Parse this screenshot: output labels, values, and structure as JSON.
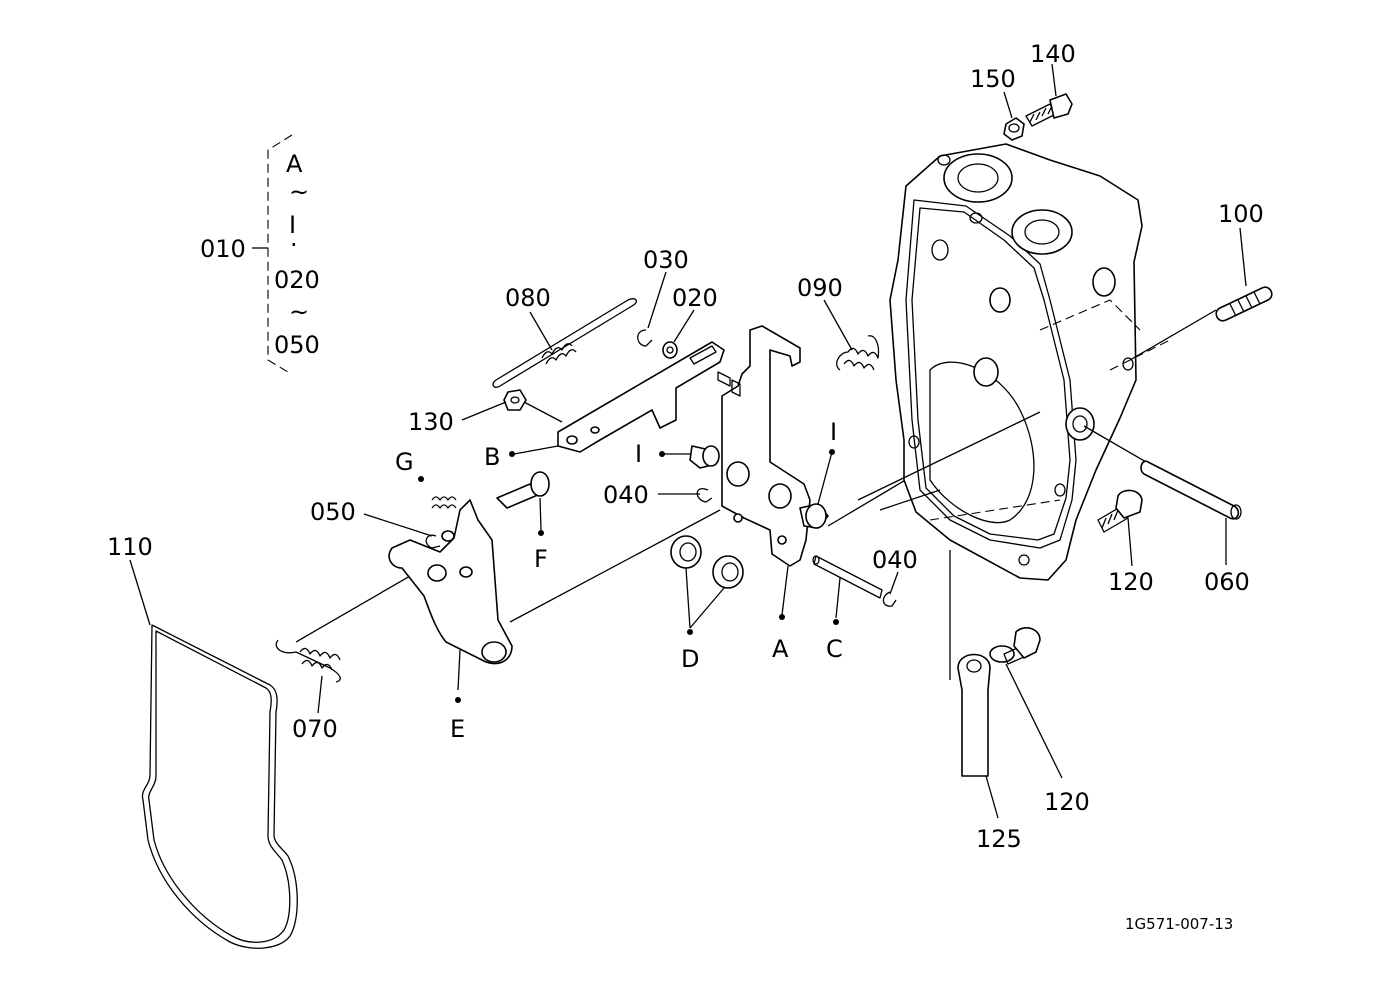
{
  "bracket_group": {
    "parent_label": "010",
    "items": [
      "A",
      "~",
      "I",
      "·",
      "020",
      "~",
      "050"
    ]
  },
  "callouts": {
    "c010": "010",
    "c020": "020",
    "c030": "030",
    "c040a": "040",
    "c040b": "040",
    "c050": "050",
    "c060": "060",
    "c070": "070",
    "c080": "080",
    "c090": "090",
    "c100": "100",
    "c110": "110",
    "c120a": "120",
    "c120b": "120",
    "c125": "125",
    "c130": "130",
    "c140": "140",
    "c150": "150"
  },
  "letter_markers": {
    "A": "A",
    "B": "B",
    "C": "C",
    "D": "D",
    "E": "E",
    "F": "F",
    "G": "G",
    "I1": "I",
    "I2": "I"
  },
  "drawing_number": "1G571-007-13"
}
